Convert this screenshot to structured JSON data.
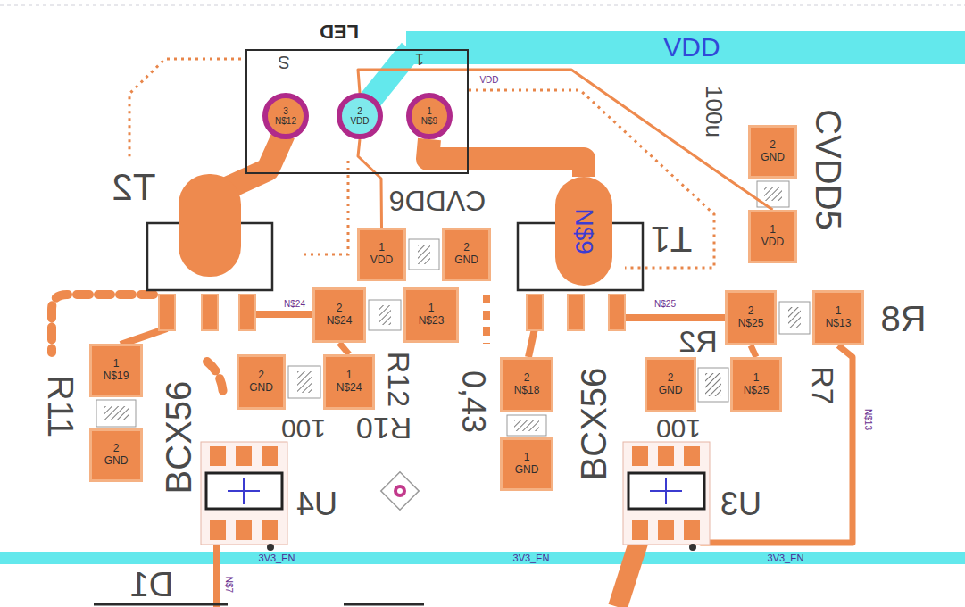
{
  "diagram": {
    "nodes": [
      {
        "text": [
          "LED"
        ]
      },
      {
        "text": [
          "3",
          "N$12"
        ],
        "in": 0
      },
      {
        "text": [
          "2",
          "VDD"
        ],
        "in": 0
      },
      {
        "text": [
          "1",
          "N$9"
        ],
        "in": 0
      },
      {
        "text": [
          "2",
          "GND"
        ]
      },
      {
        "text": [
          "N$9"
        ]
      },
      {
        "text": [
          "1",
          "VDD"
        ]
      },
      {
        "text": [
          "1",
          "VDD"
        ]
      },
      {
        "text": [
          "2",
          "GND"
        ]
      },
      {
        "text": [
          "2",
          "N$24"
        ]
      },
      {
        "text": [
          "1",
          "N$23"
        ]
      },
      {
        "text": [
          "2",
          "N$25"
        ]
      },
      {
        "text": [
          "1",
          "N$13"
        ]
      },
      {
        "text": [
          "1",
          "N$19"
        ]
      },
      {
        "text": [
          "2",
          "GND"
        ]
      },
      {
        "text": [
          "1",
          "N$24"
        ]
      },
      {
        "text": [
          "2",
          "N$18"
        ]
      },
      {
        "text": [
          "2",
          "GND"
        ]
      },
      {
        "text": [
          "1",
          "N$25"
        ]
      },
      {
        "text": [
          "2",
          "GND"
        ]
      },
      {
        "text": [
          "1",
          "GND"
        ]
      }
    ],
    "edges": [
      {
        "from": 3,
        "to": 5,
        "arrow": "none"
      },
      {
        "from": 2,
        "to": 6,
        "arrow": "none"
      },
      {
        "from": 2,
        "to": 7,
        "arrow": "none"
      },
      {
        "from": 9,
        "to": 15,
        "arrow": "none"
      },
      {
        "from": 11,
        "to": 18,
        "arrow": "none"
      }
    ],
    "labels": [
      "VDD",
      "S",
      "1",
      "VDD",
      "T2",
      "100u",
      "CVDD5",
      "CVDD6",
      "T1",
      "N$24",
      "N$25",
      "R8",
      "R11",
      "R12",
      "R2",
      "R7",
      "0,43",
      "BCX56",
      "BCX56",
      "N$13",
      "R10",
      "100",
      "100",
      "U4",
      "U3",
      "3V3_EN",
      "3V3_EN",
      "3V3_EN",
      "D1",
      "N$7"
    ]
  }
}
